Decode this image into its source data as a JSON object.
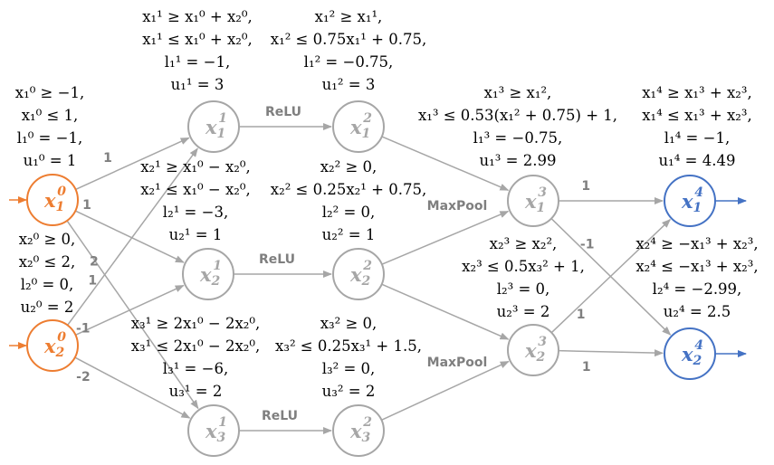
{
  "colors": {
    "input": "#ED7D31",
    "output": "#4472C4",
    "hidden": "#A6A6A6",
    "edge": "#A6A6A6",
    "label": "#7F7F7F"
  },
  "nodes": [
    {
      "id": "x10",
      "var": "x",
      "sub": "1",
      "sup": "0",
      "role": "input"
    },
    {
      "id": "x20",
      "var": "x",
      "sub": "2",
      "sup": "0",
      "role": "input"
    },
    {
      "id": "x11",
      "var": "x",
      "sub": "1",
      "sup": "1",
      "role": "hidden"
    },
    {
      "id": "x21",
      "var": "x",
      "sub": "2",
      "sup": "1",
      "role": "hidden"
    },
    {
      "id": "x31",
      "var": "x",
      "sub": "3",
      "sup": "1",
      "role": "hidden"
    },
    {
      "id": "x12",
      "var": "x",
      "sub": "1",
      "sup": "2",
      "role": "hidden"
    },
    {
      "id": "x22",
      "var": "x",
      "sub": "2",
      "sup": "2",
      "role": "hidden"
    },
    {
      "id": "x32",
      "var": "x",
      "sub": "3",
      "sup": "2",
      "role": "hidden"
    },
    {
      "id": "x13",
      "var": "x",
      "sub": "1",
      "sup": "3",
      "role": "hidden"
    },
    {
      "id": "x23",
      "var": "x",
      "sub": "2",
      "sup": "3",
      "role": "hidden"
    },
    {
      "id": "x14",
      "var": "x",
      "sub": "1",
      "sup": "4",
      "role": "output"
    },
    {
      "id": "x24",
      "var": "x",
      "sub": "2",
      "sup": "4",
      "role": "output"
    }
  ],
  "edges": [
    {
      "from": "x10",
      "to": "x11",
      "label": "1"
    },
    {
      "from": "x10",
      "to": "x21",
      "label": "1"
    },
    {
      "from": "x10",
      "to": "x31",
      "label": "2"
    },
    {
      "from": "x20",
      "to": "x11",
      "label": "1"
    },
    {
      "from": "x20",
      "to": "x21",
      "label": "-1"
    },
    {
      "from": "x20",
      "to": "x31",
      "label": "-2"
    },
    {
      "from": "x11",
      "to": "x12",
      "label": "ReLU"
    },
    {
      "from": "x21",
      "to": "x22",
      "label": "ReLU"
    },
    {
      "from": "x31",
      "to": "x32",
      "label": "ReLU"
    },
    {
      "from": "x12",
      "to": "x13",
      "label": ""
    },
    {
      "from": "x22",
      "to": "x13",
      "label": ""
    },
    {
      "from": "x22",
      "to": "x23",
      "label": ""
    },
    {
      "from": "x32",
      "to": "x23",
      "label": ""
    },
    {
      "from": "x13",
      "to": "x14",
      "label": "1"
    },
    {
      "from": "x13",
      "to": "x24",
      "label": "-1"
    },
    {
      "from": "x23",
      "to": "x14",
      "label": "1"
    },
    {
      "from": "x23",
      "to": "x24",
      "label": "1"
    }
  ],
  "layer_labels": [
    "MaxPool",
    "MaxPool"
  ],
  "annotations": {
    "x10": [
      "x₁⁰ ≥ −1,",
      "x₁⁰ ≤ 1,",
      "l₁⁰ = −1,",
      "u₁⁰ = 1"
    ],
    "x20": [
      "x₂⁰ ≥ 0,",
      "x₂⁰ ≤ 2,",
      "l₂⁰ = 0,",
      "u₂⁰ = 2"
    ],
    "x11": [
      "x₁¹ ≥ x₁⁰ + x₂⁰,",
      "x₁¹ ≤ x₁⁰ + x₂⁰,",
      "l₁¹ = −1,",
      "u₁¹ = 3"
    ],
    "x21": [
      "x₂¹ ≥ x₁⁰ − x₂⁰,",
      "x₂¹ ≤ x₁⁰ − x₂⁰,",
      "l₂¹ = −3,",
      "u₂¹ = 1"
    ],
    "x31": [
      "x₃¹ ≥ 2x₁⁰ − 2x₂⁰,",
      "x₃¹ ≤ 2x₁⁰ − 2x₂⁰,",
      "l₃¹ = −6,",
      "u₃¹ = 2"
    ],
    "x12": [
      "x₁² ≥ x₁¹,",
      "x₁² ≤ 0.75x₁¹ + 0.75,",
      "l₁² = −0.75,",
      "u₁² = 3"
    ],
    "x22": [
      "x₂² ≥ 0,",
      "x₂²  ≤ 0.25x₂¹ + 0.75,",
      "l₂² = 0,",
      "u₂² = 1"
    ],
    "x32": [
      "x₃² ≥ 0,",
      "x₃² ≤ 0.25x₃¹ + 1.5,",
      "l₃² = 0,",
      "u₃² = 2"
    ],
    "x13": [
      "x₁³ ≥ x₁²,",
      "x₁³ ≤ 0.53(x₁² + 0.75) + 1,",
      "l₁³ = −0.75,",
      "u₁³ = 2.99"
    ],
    "x23": [
      "x₂³ ≥ x₂²,",
      "x₂³ ≤ 0.5x₃² + 1,",
      "l₂³ = 0,",
      "u₂³ = 2"
    ],
    "x14": [
      "x₁⁴ ≥ x₁³ + x₂³,",
      "x₁⁴ ≤ x₁³ + x₂³,",
      "l₁⁴ = −1,",
      "u₁⁴ = 4.49"
    ],
    "x24": [
      "x₂⁴ ≥ −x₁³ + x₂³,",
      "x₂⁴ ≤ −x₁³ + x₂³,",
      "l₂⁴ = −2.99,",
      "u₂⁴ = 2.5"
    ]
  }
}
